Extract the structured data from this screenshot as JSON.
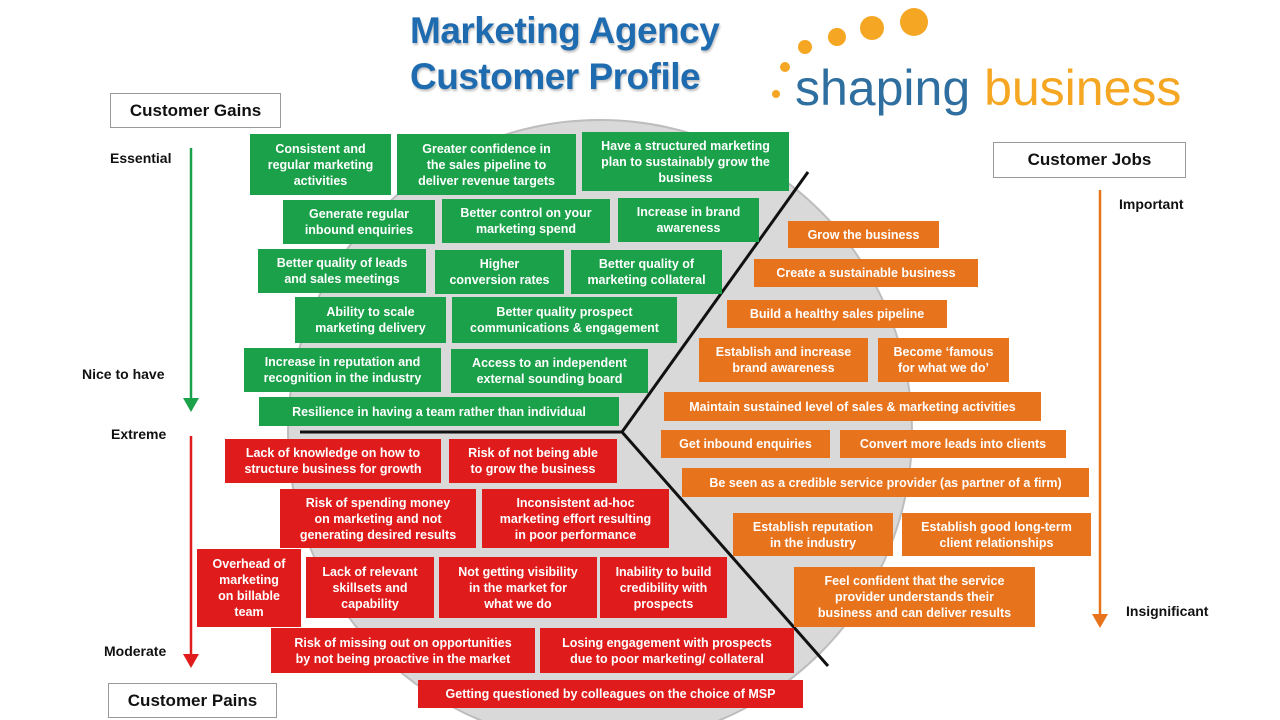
{
  "title": {
    "line1": "Marketing Agency",
    "line2": "Customer Profile"
  },
  "logo": {
    "word1": "shaping",
    "word2": "business",
    "accent_color": "#f5a623",
    "text_color": "#2f6f9f"
  },
  "sections": {
    "gains": "Customer Gains",
    "jobs": "Customer Jobs",
    "pains": "Customer Pains"
  },
  "scales": {
    "gains_top": "Essential",
    "gains_bottom": "Nice to have",
    "pains_top": "Extreme",
    "pains_bottom": "Moderate",
    "jobs_top": "Important",
    "jobs_bottom": "Insignificant"
  },
  "colors": {
    "gain": "#1aa14a",
    "job": "#e8731d",
    "pain": "#e01b1b"
  },
  "gains": [
    "Consistent and\nregular marketing\nactivities",
    "Greater confidence in\nthe sales pipeline to\ndeliver revenue targets",
    "Have a structured marketing\nplan to sustainably grow the\nbusiness",
    "Generate regular\ninbound enquiries",
    "Better control on your\nmarketing spend",
    "Increase in brand\nawareness",
    "Better quality of leads\nand sales meetings",
    "Higher\nconversion rates",
    "Better quality of\nmarketing collateral",
    "Ability to scale\nmarketing delivery",
    "Better quality prospect\ncommunications & engagement",
    "Increase in reputation and\nrecognition in the industry",
    "Access to an independent\nexternal sounding board",
    "Resilience in having a team rather than individual"
  ],
  "jobs": [
    "Grow the business",
    "Create a sustainable business",
    "Build a healthy sales pipeline",
    "Establish and increase\nbrand awareness",
    "Become ‘famous\nfor what we do’",
    "Maintain sustained level of sales & marketing activities",
    "Get inbound enquiries",
    "Convert more leads into clients",
    "Be seen as a credible service provider (as partner of a firm)",
    "Establish reputation\nin the industry",
    "Establish good long-term\nclient relationships",
    "Feel confident that the service\nprovider understands their\nbusiness and can deliver results"
  ],
  "pains": [
    "Lack of knowledge on how to\nstructure business for growth",
    "Risk of not being able\nto grow the business",
    "Risk of spending money\non marketing and not\ngenerating desired results",
    "Inconsistent ad-hoc\nmarketing effort resulting\nin poor performance",
    "Overhead of\nmarketing\non billable\nteam",
    "Lack of relevant\nskillsets and\ncapability",
    "Not getting visibility\nin the market for\nwhat we do",
    "Inability to build\ncredibility with\nprospects",
    "Risk of missing out on opportunities\nby not being proactive in the market",
    "Losing engagement with prospects\ndue to poor marketing/ collateral",
    "Getting questioned by colleagues on the choice of MSP"
  ]
}
